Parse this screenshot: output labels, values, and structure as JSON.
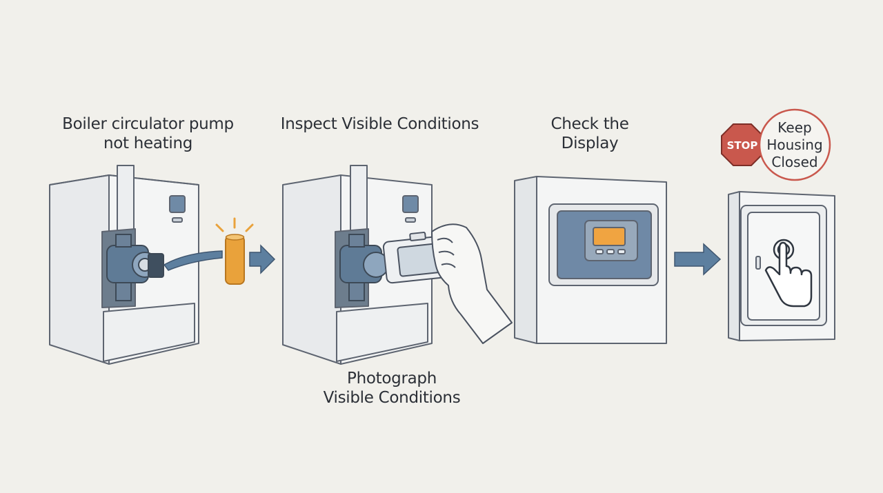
{
  "steps": [
    {
      "id": "problem",
      "lines": [
        "Boiler circulator pump",
        "not heating"
      ]
    },
    {
      "id": "inspect",
      "lines": [
        "Inspect Visible Conditions"
      ],
      "sub_lines": [
        "Photograph",
        "Visible Conditions"
      ]
    },
    {
      "id": "display",
      "lines": [
        "Check the",
        "Display"
      ]
    },
    {
      "id": "housing",
      "lines": [
        "Keep",
        "Housing",
        "Closed"
      ],
      "sign": "STOP"
    }
  ],
  "colors": {
    "background": "#f1f0eb",
    "outline": "#5d6470",
    "pump_blue": "#5f7b96",
    "arrow_blue": "#5d7f9f",
    "amber": "#e9a23b",
    "display_orange": "#f0a441",
    "stop_red": "#c9584d",
    "circle_red": "#c9584d"
  },
  "icons": [
    "boiler-icon",
    "circulator-pump-icon",
    "warning-light-icon",
    "camera-icon",
    "hand-icon",
    "control-panel-icon",
    "stop-sign-icon",
    "press-finger-icon",
    "arrow-right-icon"
  ]
}
